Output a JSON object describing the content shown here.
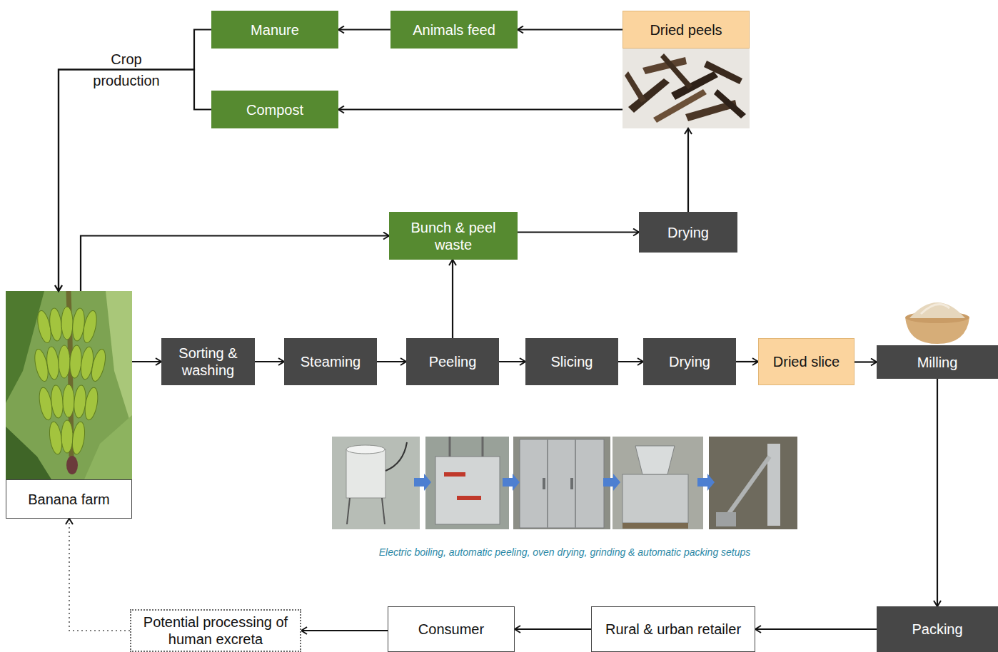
{
  "diagram": {
    "nodes": [
      {
        "text": [
          "Manure"
        ]
      },
      {
        "text": [
          "Animals feed"
        ]
      },
      {
        "text": [
          "Dried peels"
        ]
      },
      {
        "text": [
          "Compost"
        ]
      },
      {
        "text": [
          "Bunch & peel waste"
        ]
      },
      {
        "text": [
          "Drying"
        ]
      },
      {
        "text": [
          "Banana farm"
        ]
      },
      {
        "text": [
          "Sorting & washing"
        ]
      },
      {
        "text": [
          "Steaming"
        ]
      },
      {
        "text": [
          "Peeling"
        ]
      },
      {
        "text": [
          "Slicing"
        ]
      },
      {
        "text": [
          "Drying"
        ]
      },
      {
        "text": [
          "Dried slice"
        ]
      },
      {
        "text": [
          "Milling"
        ]
      },
      {
        "text": [
          "Potential processing of human excreta"
        ]
      },
      {
        "text": [
          "Consumer"
        ]
      },
      {
        "text": [
          "Rural & urban retailer"
        ]
      },
      {
        "text": [
          "Packing"
        ]
      }
    ],
    "edges": [
      {
        "from": 2,
        "to": 1,
        "arrow": "to"
      },
      {
        "from": 1,
        "to": 0,
        "arrow": "to"
      },
      {
        "from": 2,
        "to": 3,
        "arrow": "to"
      },
      {
        "from": 0,
        "to": 6,
        "label": "Crop production",
        "arrow": "to"
      },
      {
        "from": 3,
        "to": 6,
        "arrow": "to"
      },
      {
        "from": 6,
        "to": 4,
        "arrow": "to"
      },
      {
        "from": 9,
        "to": 4,
        "arrow": "to"
      },
      {
        "from": 4,
        "to": 5,
        "arrow": "to"
      },
      {
        "from": 5,
        "to": 2,
        "arrow": "to"
      },
      {
        "from": 6,
        "to": 7,
        "arrow": "to"
      },
      {
        "from": 7,
        "to": 8,
        "arrow": "to"
      },
      {
        "from": 8,
        "to": 9,
        "arrow": "to"
      },
      {
        "from": 9,
        "to": 10,
        "arrow": "to"
      },
      {
        "from": 10,
        "to": 11,
        "arrow": "to"
      },
      {
        "from": 11,
        "to": 12,
        "arrow": "to"
      },
      {
        "from": 12,
        "to": 13,
        "arrow": "to"
      },
      {
        "from": 13,
        "to": 17,
        "arrow": "to"
      },
      {
        "from": 17,
        "to": 16,
        "arrow": "to"
      },
      {
        "from": 16,
        "to": 15,
        "arrow": "to"
      },
      {
        "from": 15,
        "to": 14,
        "arrow": "to"
      },
      {
        "from": 14,
        "to": 6,
        "arrow": "to"
      }
    ],
    "labels": [
      "Electric boiling, automatic peeling, oven drying, grinding & automatic packing setups"
    ]
  }
}
